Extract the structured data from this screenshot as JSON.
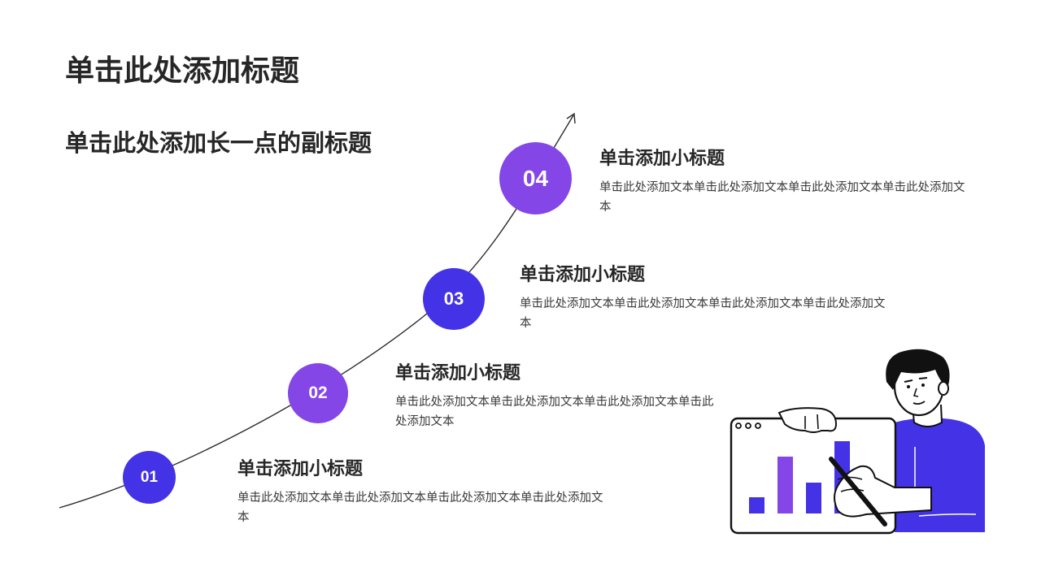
{
  "page": {
    "title": "单击此处添加标题",
    "subtitle": "单击此处添加长一点的副标题"
  },
  "steps": [
    {
      "number": "01",
      "heading": "单击添加小标题",
      "body": "单击此处添加文本单击此处添加文本单击此处添加文本单击此处添加文本",
      "color": "#4433e6"
    },
    {
      "number": "02",
      "heading": "单击添加小标题",
      "body": "单击此处添加文本单击此处添加文本单击此处添加文本单击此处添加文本",
      "color": "#8446e6"
    },
    {
      "number": "03",
      "heading": "单击添加小标题",
      "body": "单击此处添加文本单击此处添加文本单击此处添加文本单击此处添加文本",
      "color": "#4433e6"
    },
    {
      "number": "04",
      "heading": "单击添加小标题",
      "body": "单击此处添加文本单击此处添加文本单击此处添加文本单击此处添加文本",
      "color": "#8446e6"
    }
  ],
  "colors": {
    "accent_blue": "#4433e6",
    "accent_purple": "#8446e6",
    "text_dark": "#262626"
  },
  "illustration": {
    "icon": "person-presenting-bar-chart-icon"
  }
}
